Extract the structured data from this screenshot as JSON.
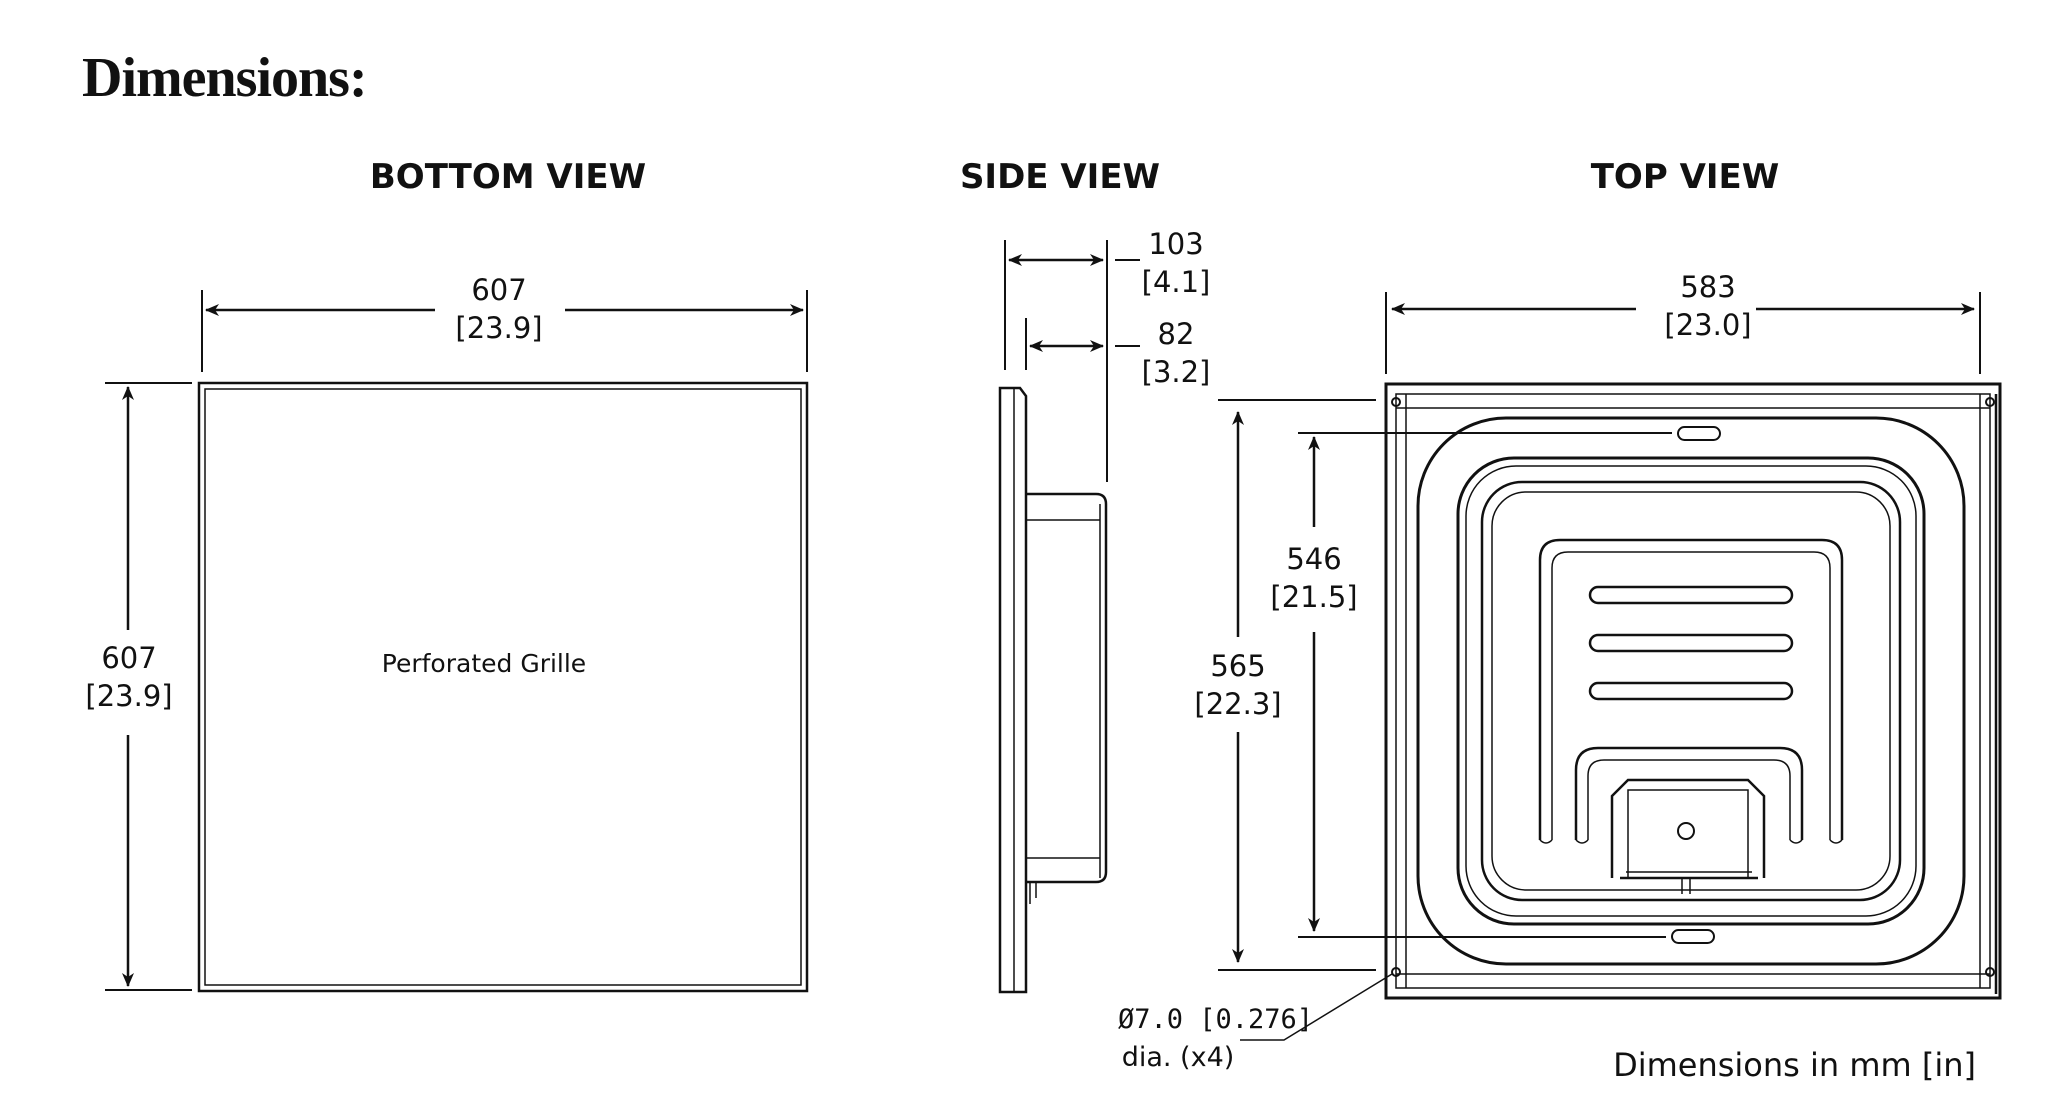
{
  "title": "Dimensions:",
  "views": {
    "bottom": "BOTTOM VIEW",
    "side": "SIDE VIEW",
    "top": "TOP VIEW"
  },
  "bottom_view": {
    "width_mm": "607",
    "width_in": "[23.9]",
    "height_mm": "607",
    "height_in": "[23.9]",
    "grille_label": "Perforated Grille"
  },
  "side_view": {
    "depth_total_mm": "103",
    "depth_total_in": "[4.1]",
    "depth_body_mm": "82",
    "depth_body_in": "[3.2]"
  },
  "top_view": {
    "width_mm": "583",
    "width_in": "[23.0]",
    "hole_spacing_mm": "546",
    "hole_spacing_in": "[21.5]",
    "outer_mm": "565",
    "outer_in": "[22.3]",
    "hole_note_line1": "Ø7.0 [0.276]",
    "hole_note_line2": "dia. (x4)"
  },
  "units_note": "Dimensions in mm [in]"
}
